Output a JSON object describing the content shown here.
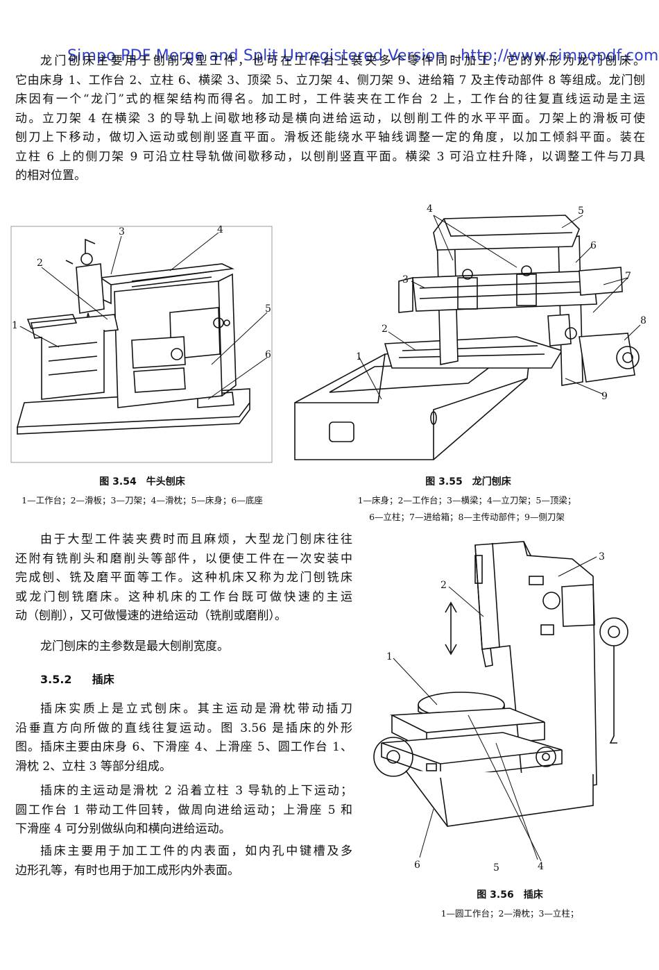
{
  "watermark": "Simpo PDF Merge and Split Unregistered Version - http://www.simpopdf.com",
  "intro_lines": [
    "龙门刨床主要用于刨削大型工件，也可在工作台上装夹多个零件同时加工，它的外形为龙门刨床。",
    "它由床身 1、工作台 2、立柱 6、横梁 3、顶梁 5、立刀架 4、侧刀架 9、进给箱 7 及主传动部件 8 等组成。龙门刨",
    "床因有一个“龙门”式的框架结构而得名。加工时，工件装夹在工作台 2 上，工作台的往复直线运动是主运",
    "动。立刀架 4 在横梁 3 的导轨上间歇地移动是横向进给运动，以刨削工件的水平平面。刀架上的滑板可使",
    "刨刀上下移动，做切入运动或刨削竖直平面。滑板还能绕水平轴线调整一定的角度，以加工倾斜平面。装在",
    "立柱 6 上的侧刀架 9 可沿立柱导轨做间歇移动，以刨削竖直平面。横梁 3 可沿立柱升降，以调整工件与刀具",
    "的相对位置。"
  ],
  "figure_354": {
    "title": "图 3.54　牛头刨床",
    "legend": "1—工作台；2—滑板；3—刀架；4—滑枕；5—床身；6—底座",
    "callouts": [
      "1",
      "2",
      "3",
      "4",
      "5",
      "6"
    ]
  },
  "figure_355": {
    "title": "图 3.55　龙门刨床",
    "legend_line1": "1—床身；2—工作台；3—横梁；4—立刀架；5—顶梁；",
    "legend_line2": "6—立柱；7—进给箱；8—主传动部件；9—侧刀架",
    "callouts": [
      "1",
      "2",
      "3",
      "4",
      "5",
      "6",
      "7",
      "8",
      "9"
    ]
  },
  "para2_lines": [
    "由于大型工件装夹费时而且麻烦，大型龙门刨床往往",
    "还附有铣削头和磨削头等部件，以便使工件在一次安装中",
    "完成刨、铣及磨平面等工作。这种机床又称为龙门刨铣床",
    "或龙门刨铣磨床。这种机床的工作台既可做快速的主运",
    "动（刨削），又可做慢速的进给运动（铣削或磨削）。"
  ],
  "para3": "龙门刨床的主参数是最大刨削宽度。",
  "section_heading": {
    "number": "3.5.2",
    "title": "插床"
  },
  "para4_lines": [
    "插床实质上是立式刨床。其主运动是滑枕带动插刀",
    "沿垂直方向所做的直线往复运动。图 3.56 是插床的外形",
    "图。插床主要由床身 6、下滑座 4、上滑座 5、圆工作台 1、",
    "滑枕 2、立柱 3 等部分组成。"
  ],
  "para5_lines": [
    "插床的主运动是滑枕 2 沿着立柱 3 导轨的上下运动；",
    "圆工作台 1 带动工件回转，做周向进给运动；上滑座 5 和",
    "下滑座 4 可分别做纵向和横向进给运动。"
  ],
  "para6_lines": [
    "插床主要用于加工工件的内表面，如内孔中键槽及多",
    "边形孔等，有时也用于加工成形内外表面。"
  ],
  "figure_356": {
    "title": "图 3.56　插床",
    "legend": "1—圆工作台；2—滑枕；3—立柱；",
    "callouts": [
      "1",
      "2",
      "3",
      "4",
      "5",
      "6"
    ]
  }
}
